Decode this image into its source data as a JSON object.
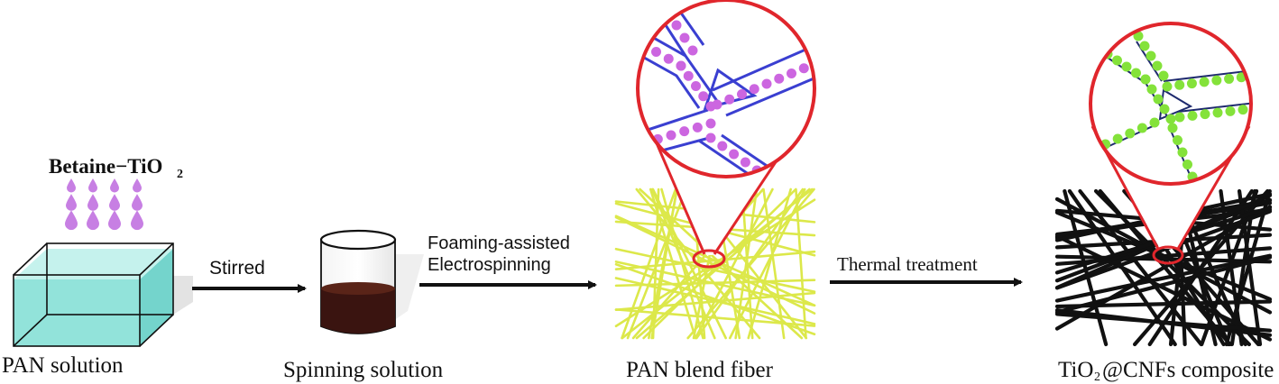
{
  "labels": {
    "betaine": "Betaine−TiO",
    "betaine_sub": "2",
    "pan_solution": "PAN solution",
    "stirred": "Stirred",
    "spinning_solution": "Spinning  solution",
    "foaming_line1": "Foaming-assisted",
    "foaming_line2": "Electrospinning",
    "pan_blend_fiber": "PAN blend fiber",
    "thermal_treatment": "Thermal  treatment",
    "composite_prefix": "TiO",
    "composite_sub": "2",
    "composite_suffix": "@CNFs composite"
  },
  "colors": {
    "droplet": "#c77fe3",
    "water_light": "#8fe3da",
    "water_dark": "#5ccdc3",
    "solution": "#3a1410",
    "pan_fiber": "#dce84a",
    "cnf_fiber": "#111111",
    "magnifier_ring": "#e0262c",
    "channel_outline": "#3a3fd1",
    "tio2_particle_pan": "#cc66e0",
    "tio2_particle_cnf": "#84e23a",
    "cnf_line": "#1e2a6e",
    "arrow": "#111111"
  }
}
